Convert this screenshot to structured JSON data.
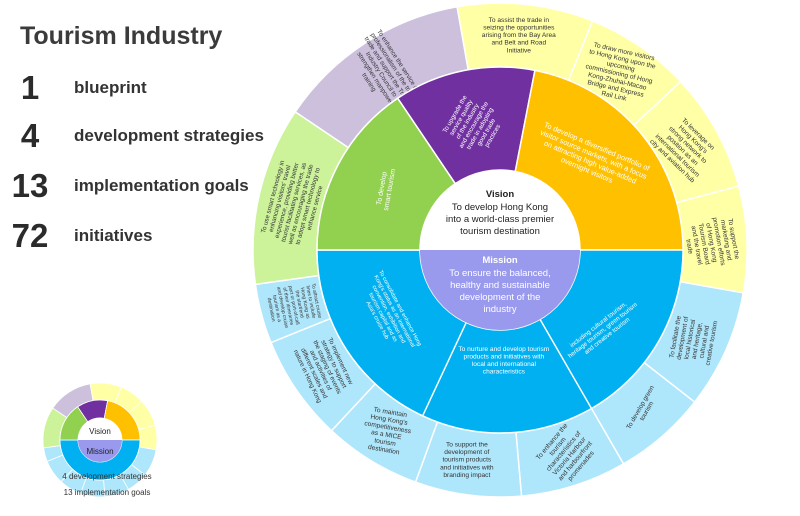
{
  "page": {
    "title": "Tourism Industry",
    "stats": [
      {
        "number": "1",
        "label": "blueprint"
      },
      {
        "number": "4",
        "label": "development strategies"
      },
      {
        "number": "13",
        "label": "implementation goals"
      },
      {
        "number": "72",
        "label": "initiatives"
      }
    ]
  },
  "colors": {
    "yellow_dark": "#ffc000",
    "yellow_light": "#ffffa6",
    "purple_dark": "#7030a0",
    "purple_light": "#ccc0dd",
    "green_dark": "#92d050",
    "green_light": "#ccf29a",
    "blue_dark": "#00b0f0",
    "blue_light": "#aee6fb",
    "vision_gray": "#d9d9d9",
    "mission_lavender": "#9999ee"
  },
  "wheel": {
    "vision": {
      "heading": "Vision",
      "text": [
        "To develop Hong Kong",
        "into a world-class premier",
        "tourism destination"
      ]
    },
    "mission": {
      "heading": "Mission",
      "text": [
        "To ensure the balanced,",
        "healthy and sustainable",
        "development of the",
        "industry"
      ]
    },
    "strategies": [
      {
        "color": "purple",
        "text": [
          "To upgrade the",
          "service quality",
          "of the industry",
          "and encourage the",
          "trade in adopting",
          "good trade",
          "practices"
        ]
      },
      {
        "color": "yellow",
        "text": [
          "To develop a diversified portfolio of",
          "visitor source markets, with a focus",
          "on attracting high value-added",
          "overnight visitors"
        ]
      },
      {
        "color": "blue",
        "text": [
          "To nurture and develop tourism",
          "products and initiatives with",
          "local and international",
          "characteristics"
        ]
      },
      {
        "color": "green",
        "text": [
          "To develop",
          "smart tourism"
        ]
      }
    ],
    "sub_strategies": [
      {
        "text": [
          "including cultural tourism,",
          "heritage tourism, green tourism",
          "and creative tourism"
        ]
      },
      {
        "text": [
          "To consolidate and enhance Hong",
          "Kong's status as an international",
          "convention, exhibition and",
          "tourism capital and as",
          "Asia's cruise hub"
        ]
      }
    ],
    "goals": [
      {
        "color": "purple",
        "text": [
          "To enhance the service and",
          "professionalism of the travel",
          "trade and support the Travel",
          "Industry Council to",
          "strengthen manpower",
          "training"
        ]
      },
      {
        "color": "yellow",
        "text": [
          "To assist the trade in",
          "seizing the opportunities",
          "arising from the Bay Area",
          "and Belt and Road",
          "Initiative"
        ]
      },
      {
        "color": "yellow",
        "text": [
          "To draw more visitors",
          "to Hong Kong upon the",
          "upcoming",
          "commissioning of Hong",
          "Kong-Zhuhai-Macao",
          "Bridge and Express",
          "Rail Link"
        ]
      },
      {
        "color": "yellow",
        "text": [
          "To leverage on",
          "Hong Kong's",
          "strong network to",
          "position as an",
          "international tourism",
          "city and aviation hub"
        ]
      },
      {
        "color": "yellow",
        "text": [
          "To support the",
          "marketing and",
          "promotion efforts",
          "of Hong Kong",
          "Tourism Board",
          "and the travel",
          "trade"
        ]
      },
      {
        "color": "blue",
        "text": [
          "To facilitate the",
          "development of",
          "local historical",
          "and heritage,",
          "cultural and",
          "creative tourism"
        ]
      },
      {
        "color": "blue",
        "text": [
          "To develop green",
          "tourism"
        ]
      },
      {
        "color": "blue",
        "text": [
          "To enhance the",
          "tourism",
          "characteristics of",
          "Victoria Harbour",
          "and harbourfront",
          "promenades"
        ]
      },
      {
        "color": "blue",
        "text": [
          "To support the",
          "development of",
          "tourism products",
          "and initiatives with",
          "branding impact"
        ]
      },
      {
        "color": "blue",
        "text": [
          "To maintain",
          "Hong Kong's",
          "competitiveness",
          "as a MICE",
          "tourism",
          "destination"
        ]
      },
      {
        "color": "blue",
        "text": [
          "To implement new",
          "strategy to support",
          "the staging of events",
          "and activities of",
          "different scales and",
          "nature in Hong Kong"
        ]
      },
      {
        "color": "blue",
        "text": [
          "To attract cruise",
          "lines to include",
          "Hong Kong as",
          "the start/end",
          "port or port-of-call",
          "of their itineraries",
          "and develop cruise",
          "tourism as a",
          "destination"
        ]
      },
      {
        "color": "green",
        "text": [
          "To use smart technology in",
          "enhancing visitors' travel",
          "experience, providing better",
          "tourist facilitating services, as",
          "well as encouraging the trade",
          "to adopt smart technology to",
          "enhance service"
        ]
      }
    ]
  },
  "legend": {
    "vision": "Vision",
    "mission": "Mission",
    "strategies_label": "4 development strategies",
    "goals_label": "13 implementation goals"
  }
}
